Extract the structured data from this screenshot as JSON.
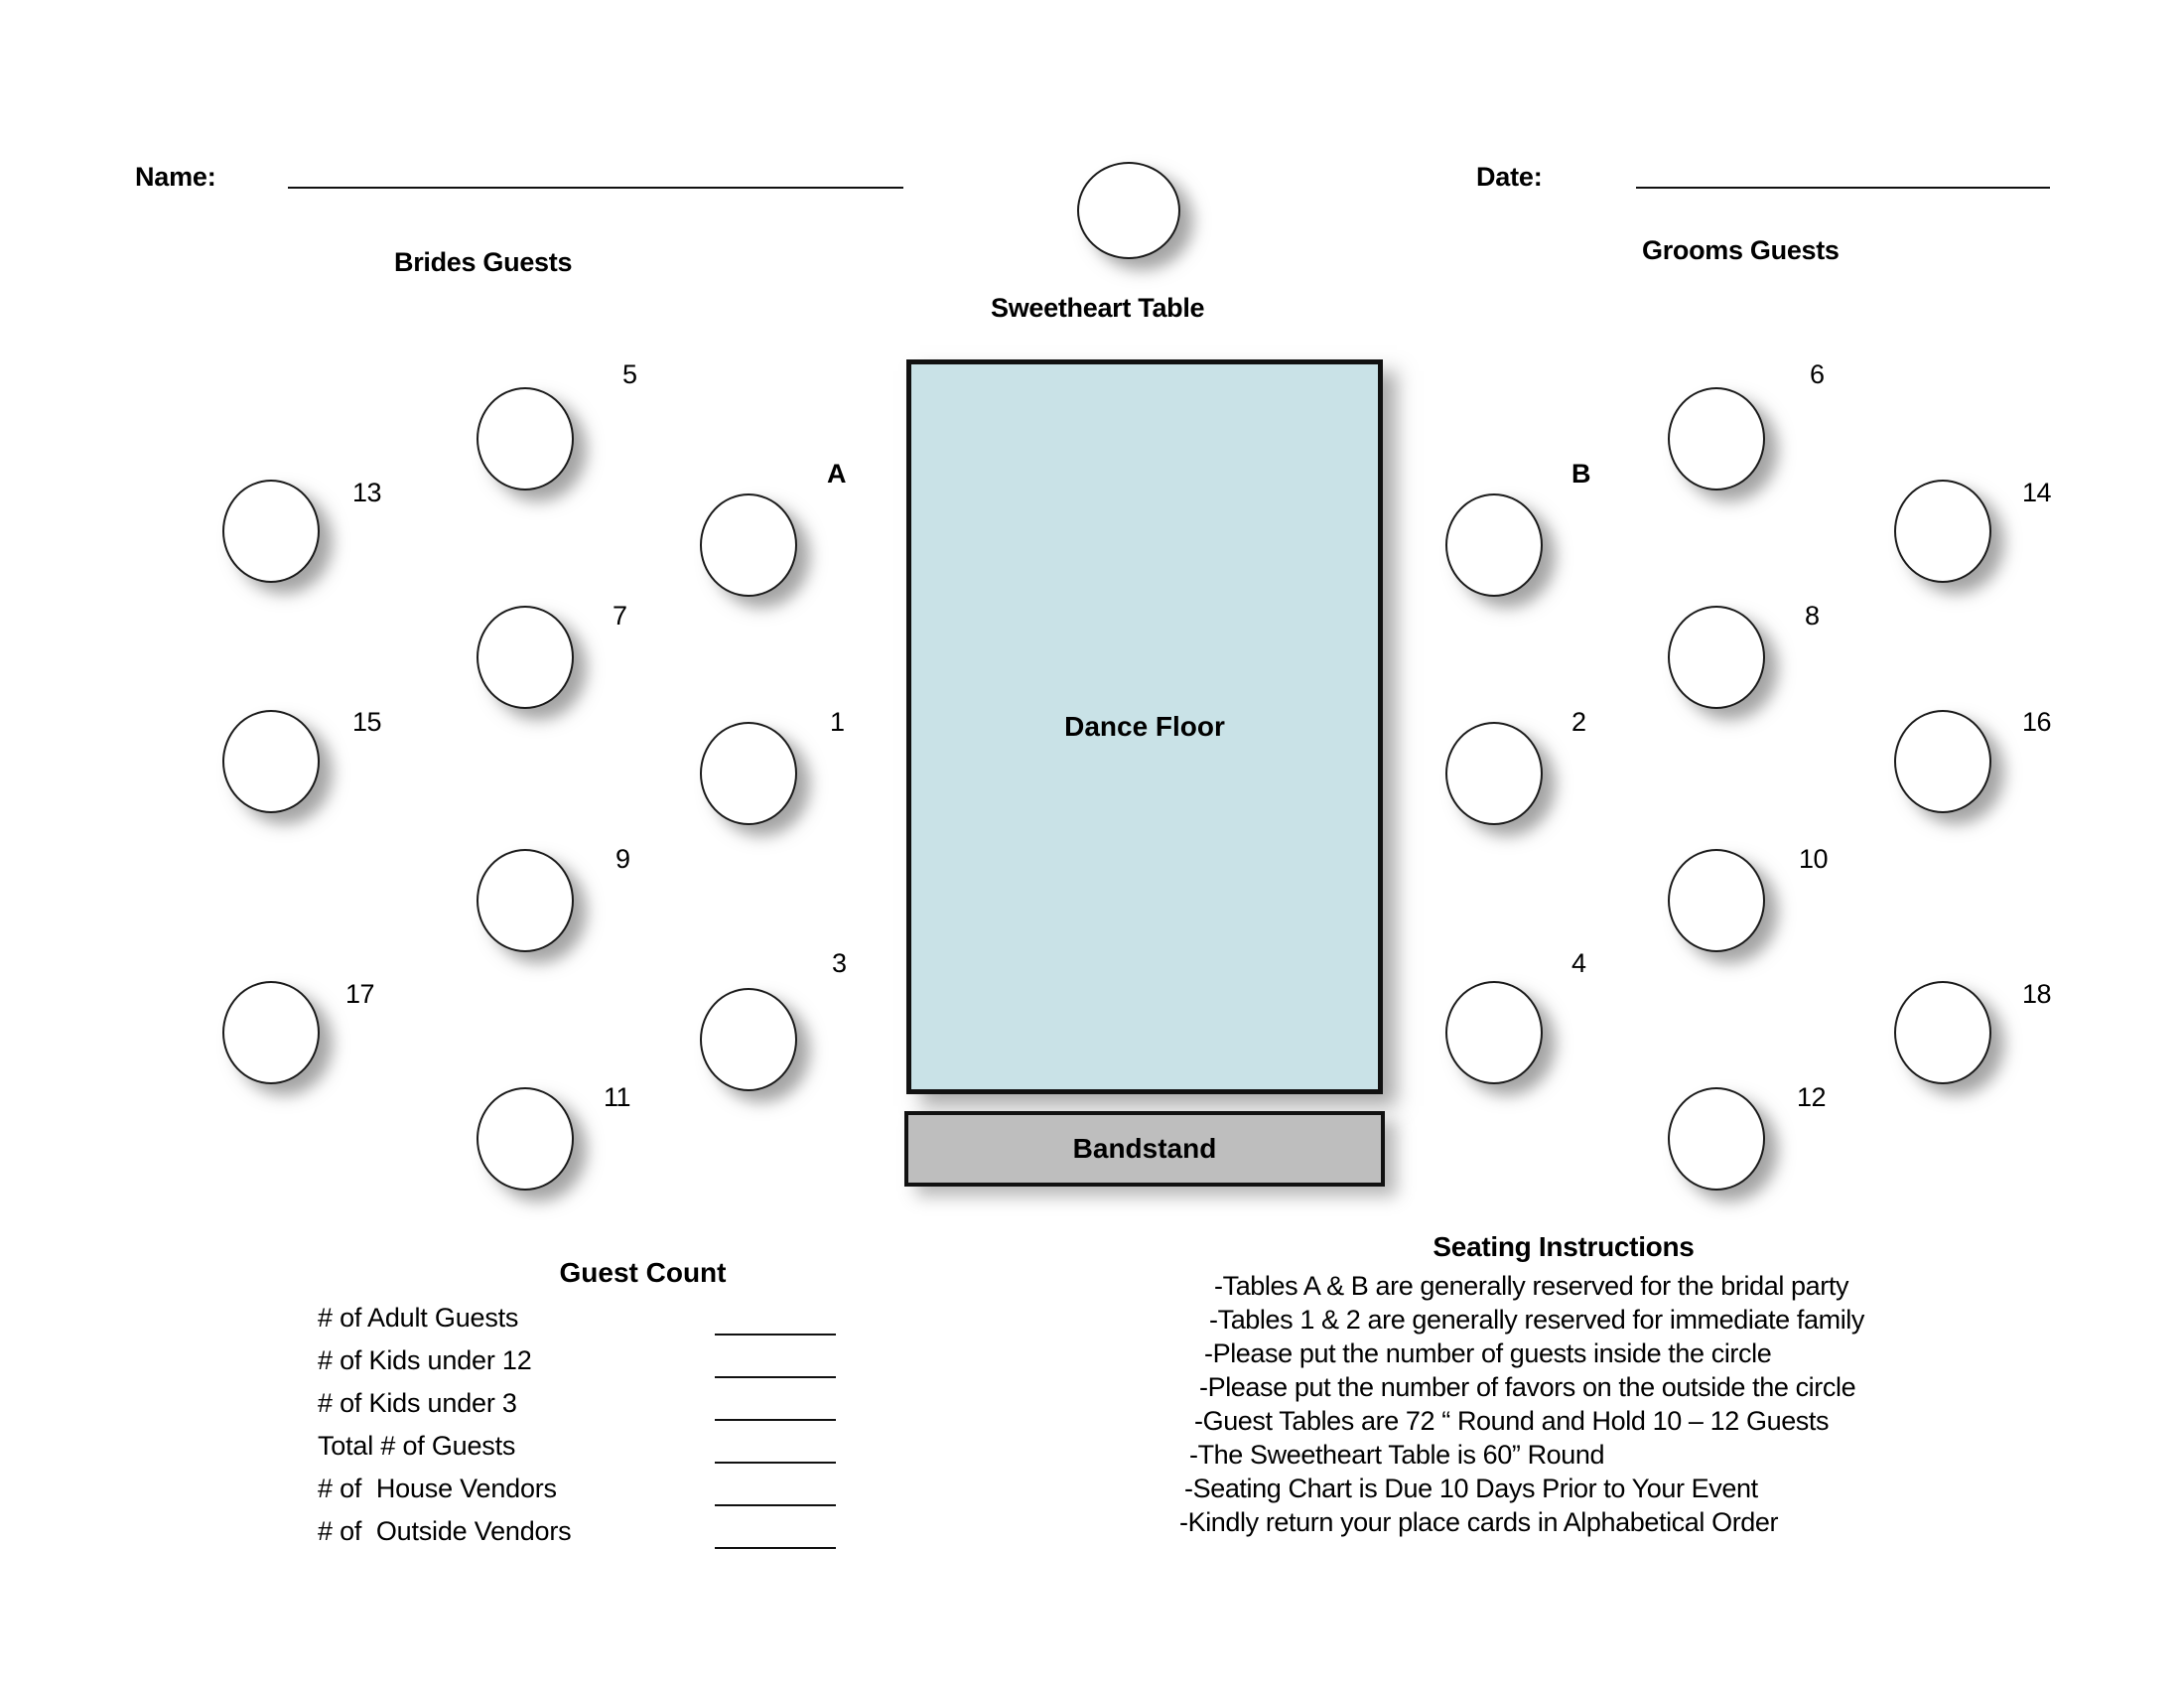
{
  "page": {
    "kind": "wedding-seating-chart-worksheet",
    "background_color": "#ffffff"
  },
  "header": {
    "name_label": "Name:",
    "date_label": "Date:"
  },
  "sections": {
    "brides_guests": "Brides Guests",
    "grooms_guests": "Grooms Guests",
    "sweetheart_table": "Sweetheart Table",
    "dance_floor": "Dance Floor",
    "bandstand": "Bandstand",
    "guest_count": "Guest Count",
    "seating_instructions": "Seating Instructions"
  },
  "colors": {
    "dance_floor_fill": "#c9e2e7",
    "bandstand_fill": "#bebebe",
    "outline": "#111111",
    "table_fill": "#ffffff"
  },
  "tables": {
    "sweetheart": {
      "label": ""
    },
    "brides": [
      {
        "label": "13",
        "label_side": "right"
      },
      {
        "label": "15",
        "label_side": "right"
      },
      {
        "label": "17",
        "label_side": "right"
      },
      {
        "label": "5",
        "label_side": "right"
      },
      {
        "label": "7",
        "label_side": "right"
      },
      {
        "label": "9",
        "label_side": "right"
      },
      {
        "label": "11",
        "label_side": "right"
      },
      {
        "label": "A",
        "label_side": "right"
      },
      {
        "label": "1",
        "label_side": "right"
      },
      {
        "label": "3",
        "label_side": "right"
      }
    ],
    "grooms": [
      {
        "label": "B",
        "label_side": "right"
      },
      {
        "label": "2",
        "label_side": "right"
      },
      {
        "label": "4",
        "label_side": "right"
      },
      {
        "label": "6",
        "label_side": "right"
      },
      {
        "label": "8",
        "label_side": "right"
      },
      {
        "label": "10",
        "label_side": "right"
      },
      {
        "label": "12",
        "label_side": "right"
      },
      {
        "label": "14",
        "label_side": "right"
      },
      {
        "label": "16",
        "label_side": "right"
      },
      {
        "label": "18",
        "label_side": "right"
      }
    ]
  },
  "guest_count": {
    "title": "Guest Count",
    "rows": [
      {
        "label": "# of Adult Guests",
        "value": ""
      },
      {
        "label": "# of Kids under 12",
        "value": ""
      },
      {
        "label": "# of Kids under 3",
        "value": ""
      },
      {
        "label": "Total # of Guests",
        "value": ""
      },
      {
        "label": "# of  House Vendors",
        "value": ""
      },
      {
        "label": "# of  Outside Vendors",
        "value": ""
      }
    ]
  },
  "seating_instructions": {
    "title": "Seating Instructions",
    "lines": [
      "-Tables A & B are generally reserved for the bridal party",
      "-Tables 1 & 2 are generally reserved for immediate family",
      "-Please put the number of guests inside the circle",
      "-Please put the number of favors on the outside the circle",
      "-Guest Tables are 72 “ Round and Hold 10 – 12 Guests",
      "-The Sweetheart Table is 60” Round",
      "-Seating Chart is Due 10 Days Prior to Your Event",
      "-Kindly return your place cards in Alphabetical Order"
    ]
  }
}
